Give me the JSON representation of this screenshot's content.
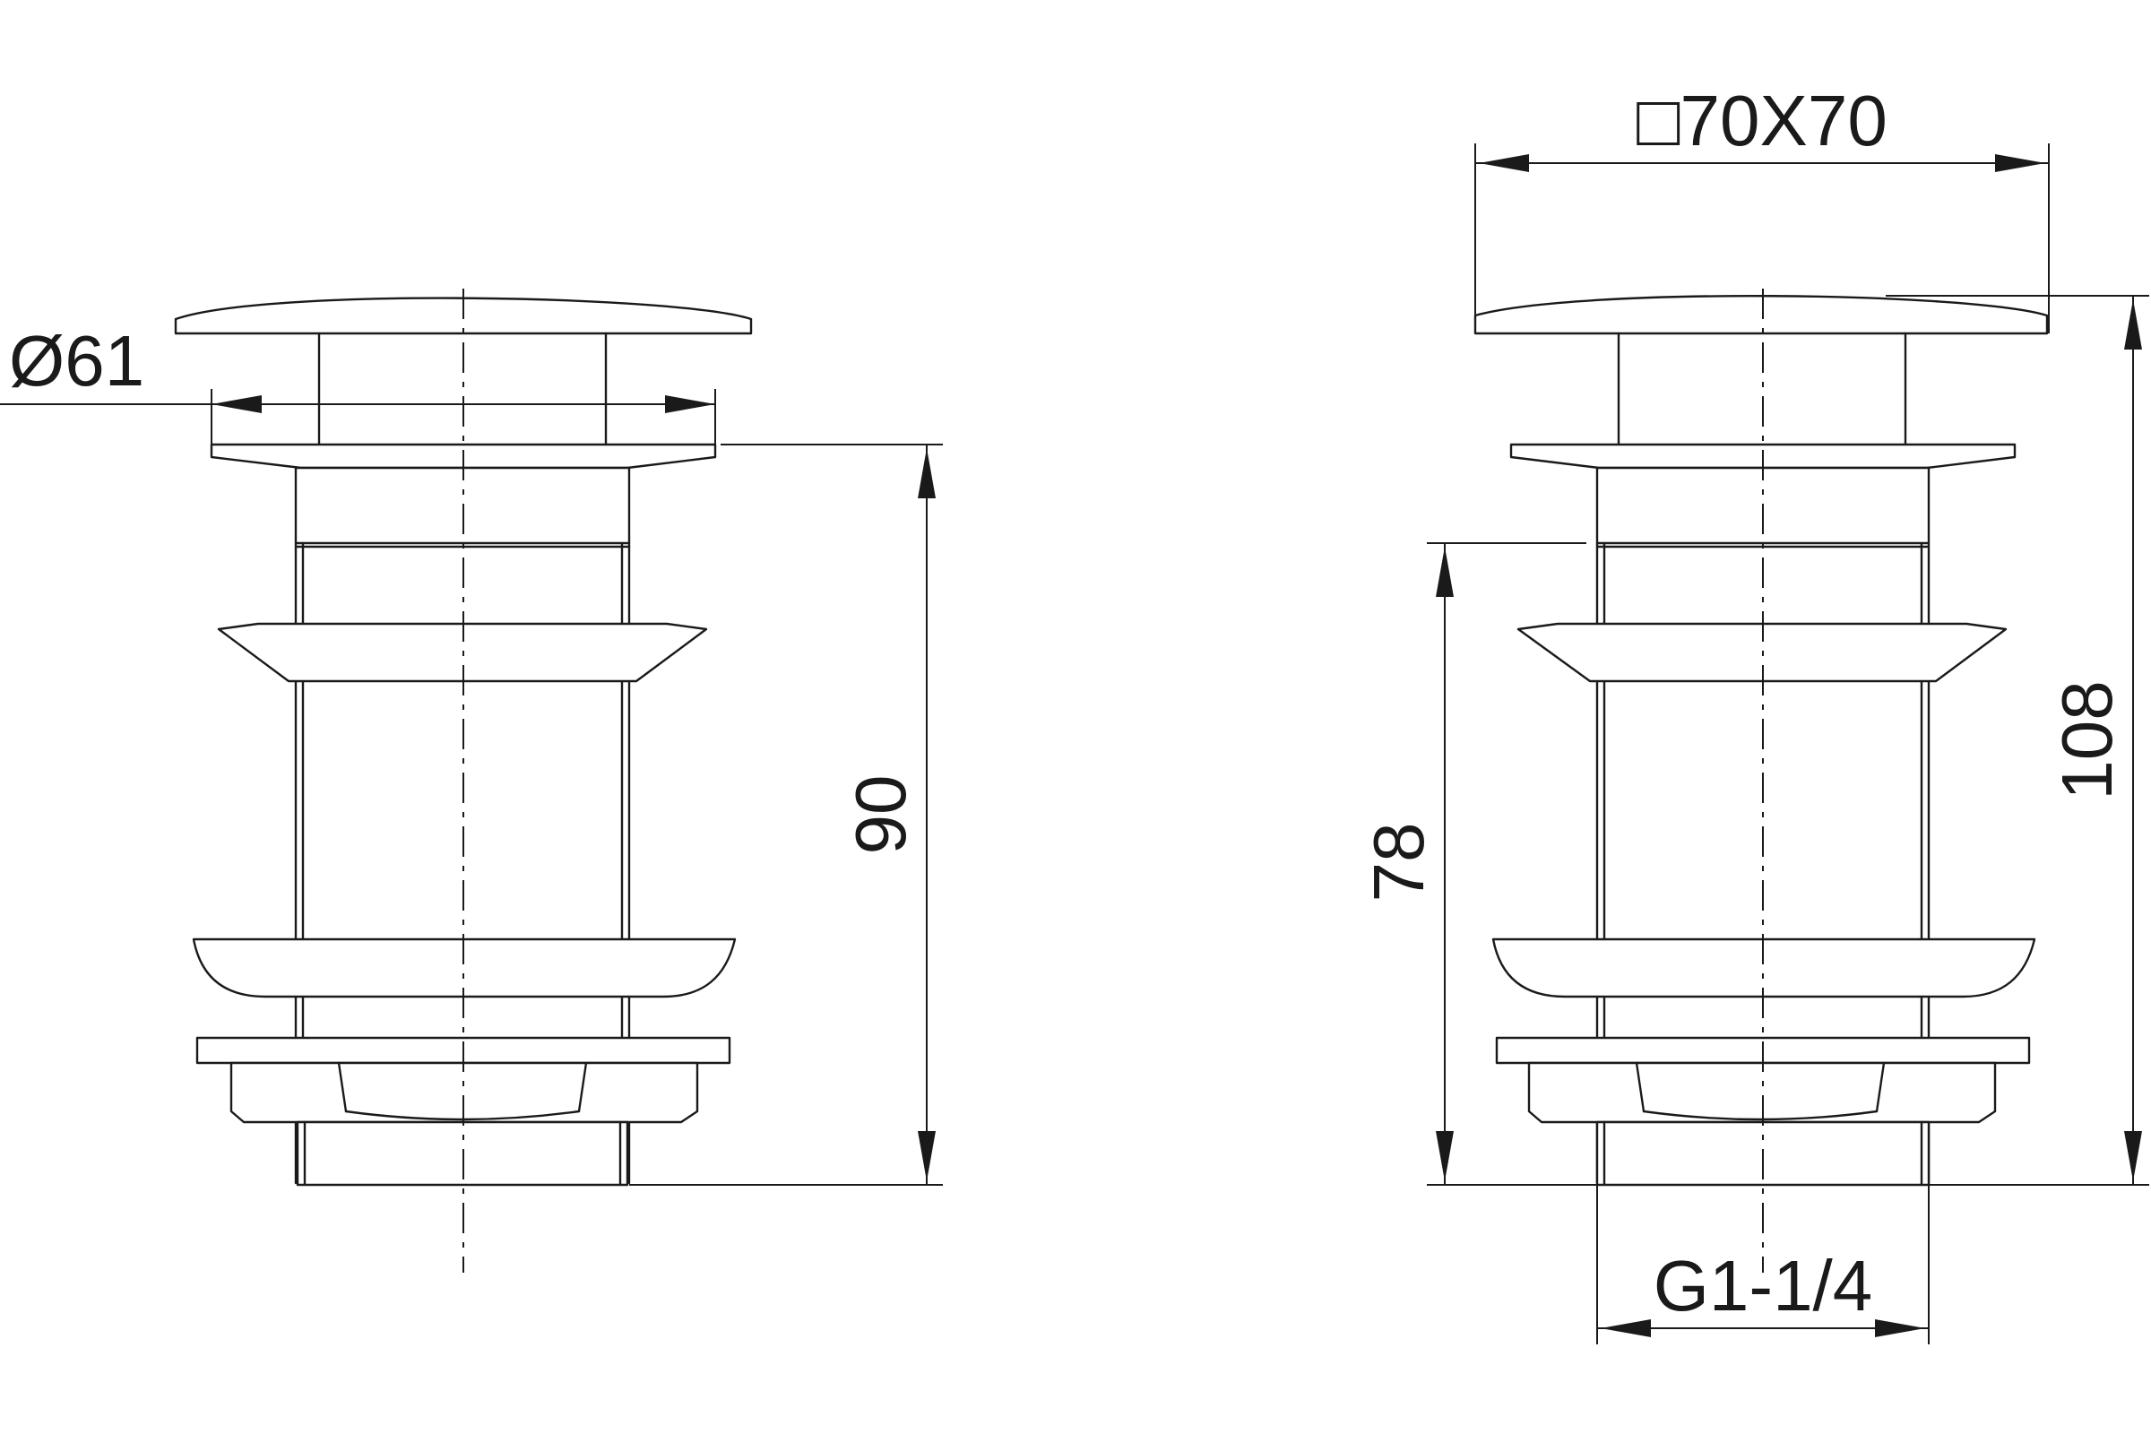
{
  "drawing": {
    "left_view": {
      "diameter_label": "Ø61",
      "height_label": "90"
    },
    "right_view": {
      "square_label": "□70X70",
      "overall_height_label": "108",
      "body_height_label": "78",
      "thread_label": "G1-1/4"
    }
  }
}
